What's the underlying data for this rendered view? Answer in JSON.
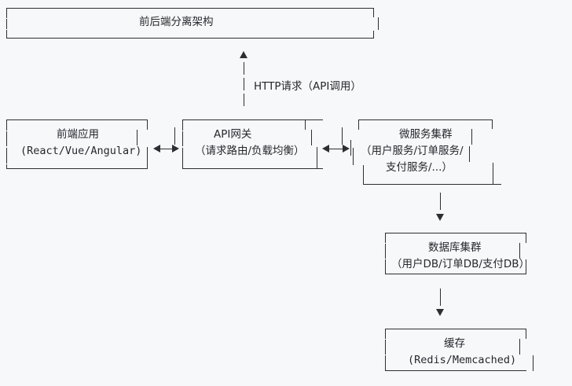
{
  "diagram": {
    "style": "ascii-art",
    "background_color": "#f7f8f9",
    "stroke_color": "#2b2f33",
    "text_color": "#24292e",
    "nodes": [
      {
        "id": "root",
        "name": "frontend-backend-separation-architecture",
        "lines": [
          "前后端分离架构"
        ]
      },
      {
        "id": "frontend",
        "name": "frontend-application",
        "lines": [
          "前端应用",
          "(React/Vue/Angular)"
        ]
      },
      {
        "id": "gateway",
        "name": "api-gateway",
        "lines": [
          "API网关",
          "（请求路由/负载均衡）"
        ]
      },
      {
        "id": "microservices",
        "name": "microservice-cluster",
        "lines": [
          "微服务集群",
          "（用户服务/订单服务/",
          "支付服务/...）"
        ]
      },
      {
        "id": "database",
        "name": "database-cluster",
        "lines": [
          "数据库集群",
          "（用户DB/订单DB/支付DB）"
        ]
      },
      {
        "id": "cache",
        "name": "cache",
        "lines": [
          "缓存",
          "(Redis/Memcached)"
        ]
      }
    ],
    "edges": [
      {
        "id": "http-edge",
        "from": "gateway-row",
        "to": "root",
        "label": "HTTP请求（API调用）",
        "direction": "up",
        "arrow_glyph": "▲"
      },
      {
        "id": "frontend-gateway-edge",
        "from": "frontend",
        "to": "gateway",
        "label": "",
        "direction": "both",
        "arrow_glyph": "◄►"
      },
      {
        "id": "gateway-microservices-edge",
        "from": "gateway",
        "to": "microservices",
        "label": "",
        "direction": "both",
        "arrow_glyph": "◄►"
      },
      {
        "id": "microservices-database-edge",
        "from": "microservices",
        "to": "database",
        "label": "",
        "direction": "down",
        "arrow_glyph": "▼"
      },
      {
        "id": "database-cache-edge",
        "from": "database",
        "to": "cache",
        "label": "",
        "direction": "down",
        "arrow_glyph": "▼"
      }
    ]
  }
}
